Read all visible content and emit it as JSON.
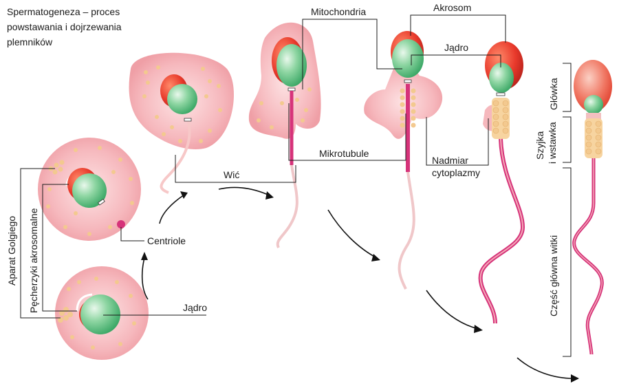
{
  "title": {
    "line1": "Spermatogeneza – proces",
    "line2": "powstawania i dojrzewania",
    "line3": "plemników"
  },
  "labels": {
    "aparat_golgiego": "Aparat Golgiego",
    "pecherzyki": "Pęcherzyki akrosomalne",
    "centriole": "Centriole",
    "jadro_bottom": "Jądro",
    "wic": "Wić",
    "mitochondria": "Mitochondria",
    "mikrotubule": "Mikrotubule",
    "akrosom": "Akrosom",
    "jadro_top": "Jądro",
    "nadmiar1": "Nadmiar",
    "nadmiar2": "cytoplazmy",
    "glowka": "Główka",
    "szyjka1": "Szyjka",
    "szyjka2": "i wstawka",
    "czesc": "Część główna witki"
  },
  "colors": {
    "cytoplasm": "#f6b8bd",
    "cytoplasm_light": "#fbd6d8",
    "nucleus": "#7fcf94",
    "acrosome": "#e8392b",
    "tail": "#d6337a",
    "granule": "#f3c98f"
  }
}
